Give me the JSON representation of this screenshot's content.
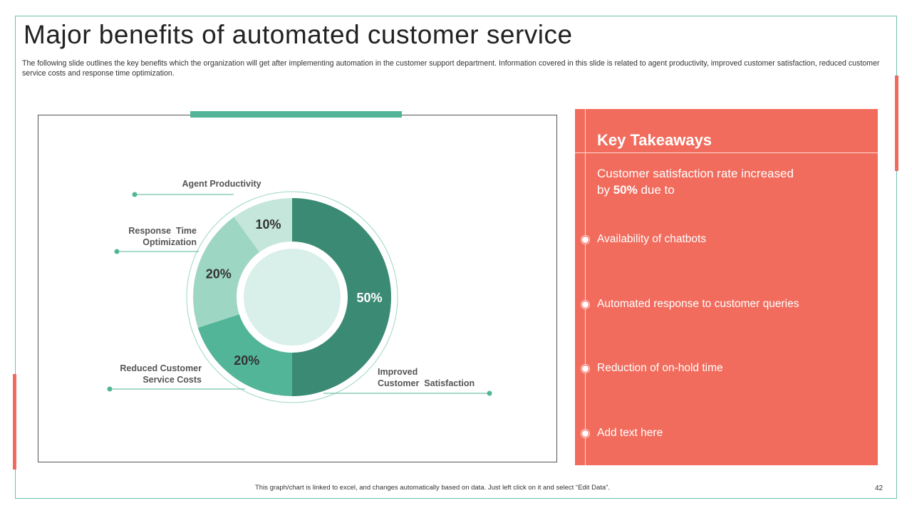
{
  "slide": {
    "title": "Major benefits of automated customer service",
    "subtitle": "The following slide outlines the key benefits which the organization will get after implementing automation in the customer support department. Information covered in this slide is related to agent productivity, improved customer satisfaction, reduced customer service costs and response time optimization.",
    "footer_note": "This graph/chart is linked to excel, and changes automatically based on data. Just left click on it and select “Edit Data”.",
    "page_number": "42"
  },
  "chart_data": {
    "type": "pie",
    "variant": "donut",
    "start": "top",
    "direction": "clockwise",
    "slices": [
      {
        "label": "Improved Customer Satisfaction",
        "value": 50,
        "value_label": "50%",
        "color": "#3b8a73"
      },
      {
        "label": "Reduced Customer Service Costs",
        "value": 20,
        "value_label": "20%",
        "color": "#53b597"
      },
      {
        "label": "Response Time Optimization",
        "value": 20,
        "value_label": "20%",
        "color": "#9dd6c3"
      },
      {
        "label": "Agent Productivity",
        "value": 10,
        "value_label": "10%",
        "color": "#c5e6da"
      }
    ],
    "label_lines": {
      "improved": [
        "Improved",
        "Customer  Satisfaction"
      ],
      "reduced": [
        "Reduced Customer",
        "Service Costs"
      ],
      "response": [
        "Response  Time",
        "Optimization"
      ],
      "agent": [
        "Agent Productivity"
      ]
    },
    "colors": {
      "center": "#d9efe9",
      "outline": "#9dd6c3",
      "leader": "#53b597",
      "label_text": "#555555",
      "value_text": "#333333",
      "value_text_dark": "#ffffff"
    }
  },
  "takeaways": {
    "title": "Key Takeaways",
    "intro_before": "Customer satisfaction rate increased",
    "intro_by": "by ",
    "intro_value": "50%",
    "intro_after": " due to",
    "items": [
      "Availability of chatbots",
      "Automated response to customer queries",
      "Reduction of on-hold time",
      "Add text here"
    ],
    "color": "#f16c5d"
  }
}
